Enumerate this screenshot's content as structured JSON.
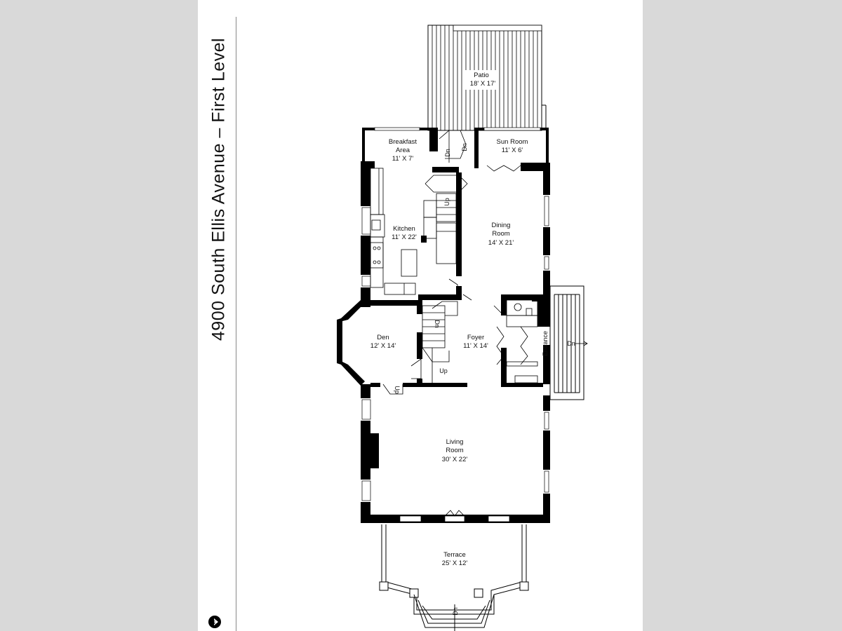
{
  "title": "4900 South Ellis Avenue – First Level",
  "north_marker": "N",
  "rooms": {
    "patio": {
      "name": "Patio",
      "size": "18' X 17'"
    },
    "breakfast": {
      "name_line1": "Breakfast",
      "name_line2": "Area",
      "size": "11' X 7'"
    },
    "sun_room": {
      "name": "Sun Room",
      "size": "11' X 6'"
    },
    "kitchen": {
      "name": "Kitchen",
      "size": "11' X 22'"
    },
    "dining": {
      "name_line1": "Dining",
      "name_line2": "Room",
      "size": "14' X 21'"
    },
    "den": {
      "name": "Den",
      "size": "12' X 14'"
    },
    "foyer": {
      "name": "Foyer",
      "size": "11' X 14'"
    },
    "living": {
      "name_line1": "Living",
      "name_line2": "Room",
      "size": "30' X 22'"
    },
    "terrace": {
      "name": "Terrace",
      "size": "25' X 12'"
    }
  },
  "stair_labels": {
    "dn": "Dn",
    "up": "Up",
    "entrance": "Entrance"
  }
}
